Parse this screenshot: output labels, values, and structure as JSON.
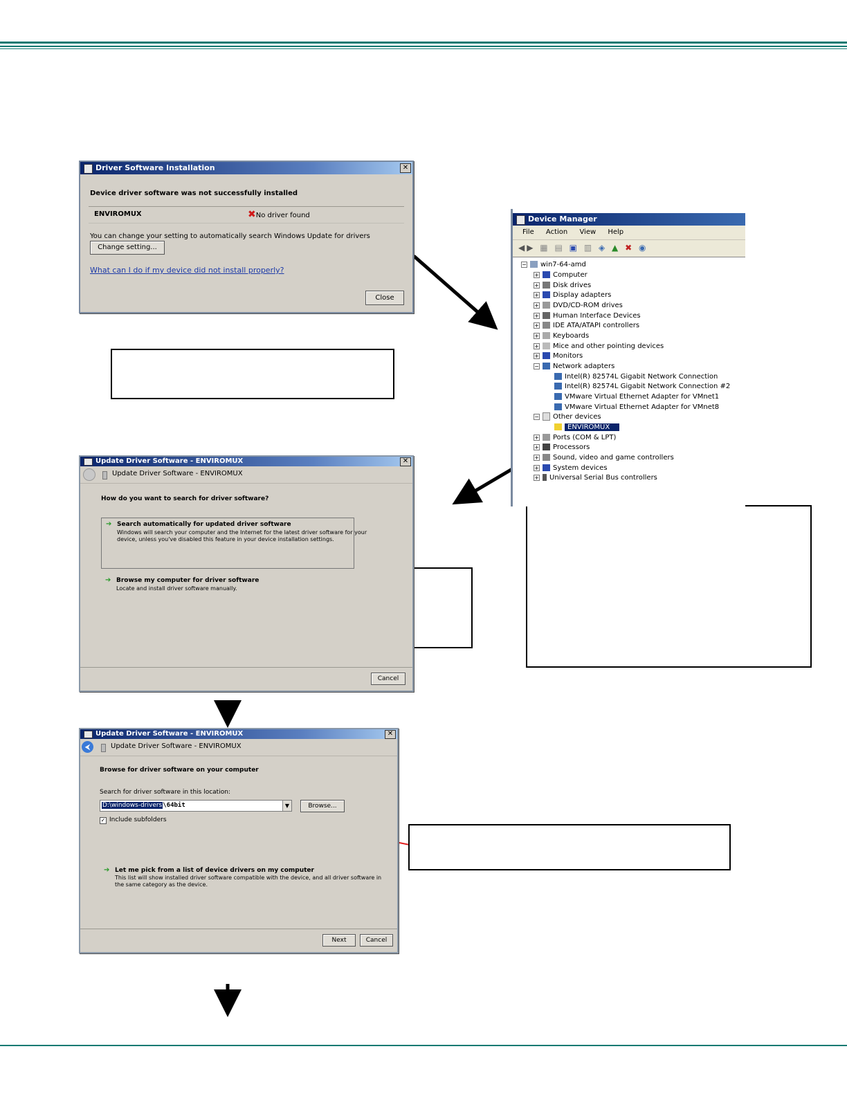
{
  "dlg1": {
    "title": "Driver Software Installation",
    "heading": "Device driver software was not successfully installed",
    "device": "ENVIROMUX",
    "status": "No driver found",
    "info": "You can change your setting to automatically search Windows Update for drivers",
    "change_button": "Change setting...",
    "help_link": "What can I do if my device did not install properly?",
    "close_button": "Close"
  },
  "devmgr": {
    "title": "Device Manager",
    "menu": [
      "File",
      "Action",
      "View",
      "Help"
    ],
    "root": "win7-64-amd",
    "items": [
      "Computer",
      "Disk drives",
      "Display adapters",
      "DVD/CD-ROM drives",
      "Human Interface Devices",
      "IDE ATA/ATAPI controllers",
      "Keyboards",
      "Mice and other pointing devices",
      "Monitors",
      "Network adapters",
      "Intel(R) 82574L Gigabit Network Connection",
      "Intel(R) 82574L Gigabit Network Connection #2",
      "VMware Virtual Ethernet Adapter for VMnet1",
      "VMware Virtual Ethernet Adapter for VMnet8",
      "Other devices",
      "ENVIROMUX",
      "Ports (COM & LPT)",
      "Processors",
      "Sound, video and game controllers",
      "System devices",
      "Universal Serial Bus controllers"
    ]
  },
  "dlg2": {
    "title": "Update Driver Software - ENVIROMUX",
    "header": "Update Driver Software - ENVIROMUX",
    "question": "How do you want to search for driver software?",
    "opt1_title": "Search automatically for updated driver software",
    "opt1_desc1": "Windows will search your computer and the Internet for the latest driver software for your",
    "opt1_desc2": "device, unless you've disabled this feature in your device installation settings.",
    "opt2_title": "Browse my computer for driver software",
    "opt2_desc": "Locate and install driver software manually.",
    "cancel_button": "Cancel"
  },
  "dlg3": {
    "title": "Update Driver Software - ENVIROMUX",
    "header": "Update Driver Software - ENVIROMUX",
    "heading": "Browse for driver software on your computer",
    "search_label": "Search for driver software in this location:",
    "path_selected": "D:\\windows-drivers",
    "path_rest": "\\64bit",
    "browse_button": "Browse...",
    "include_label": "Include subfolders",
    "pick_title": "Let me pick from a list of device drivers on my computer",
    "pick_desc1": "This list will show installed driver software compatible with the device, and all driver software in",
    "pick_desc2": "the same category as the device.",
    "next_button": "Next",
    "cancel_button": "Cancel"
  },
  "colors": {
    "rule": "#0f7a72",
    "arrow_red": "#e02020",
    "title_blue": "#0a246a",
    "selection": "#0a246a"
  }
}
